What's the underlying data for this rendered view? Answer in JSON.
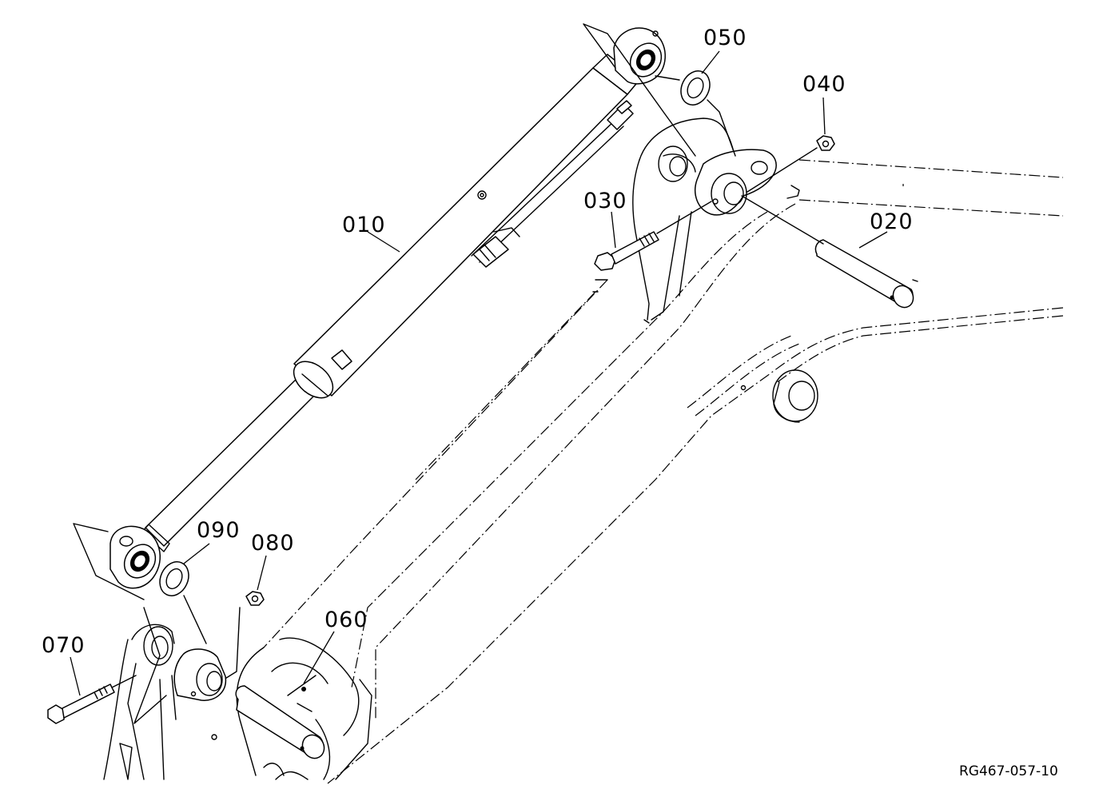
{
  "labels": {
    "p010": "010",
    "p020": "020",
    "p030": "030",
    "p040": "040",
    "p050": "050",
    "p060": "060",
    "p070": "070",
    "p080": "080",
    "p090": "090"
  },
  "reference_code": "RG467-057-10"
}
